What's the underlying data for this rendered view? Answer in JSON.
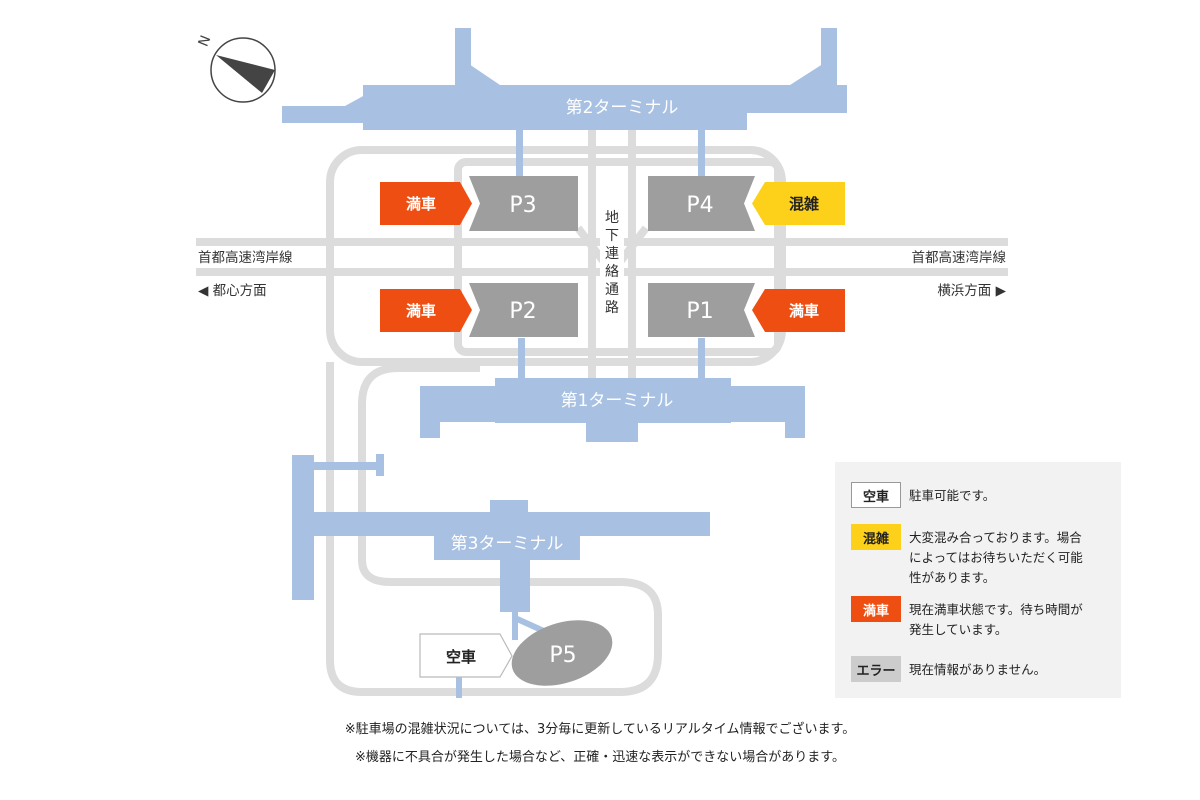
{
  "terminals": {
    "t2": "第2ターミナル",
    "t1": "第1ターミナル",
    "t3": "第3ターミナル"
  },
  "parking": [
    {
      "id": "p3",
      "label": "P3",
      "status": "満車",
      "status_type": "full"
    },
    {
      "id": "p4",
      "label": "P4",
      "status": "混雑",
      "status_type": "busy"
    },
    {
      "id": "p2",
      "label": "P2",
      "status": "満車",
      "status_type": "full"
    },
    {
      "id": "p1",
      "label": "P1",
      "status": "満車",
      "status_type": "full"
    },
    {
      "id": "p5",
      "label": "P5",
      "status": "空車",
      "status_type": "vacant"
    }
  ],
  "underground_passage": [
    "地",
    "下",
    "連",
    "絡",
    "通",
    "路"
  ],
  "highway": {
    "left": "首都高速湾岸線",
    "right": "首都高速湾岸線",
    "left_direction": "◀ 都心方面",
    "right_direction": "横浜方面 ▶"
  },
  "compass": {
    "label": "N"
  },
  "legend": [
    {
      "badge": "空車",
      "type": "vacant",
      "text": "駐車可能です。"
    },
    {
      "badge": "混雑",
      "type": "busy",
      "text": "大変混み合っております。場合\nによってはお待ちいただく可能\n性があります。"
    },
    {
      "badge": "満車",
      "type": "full",
      "text": "現在満車状態です。待ち時間が\n発生しています。"
    },
    {
      "badge": "エラー",
      "type": "error",
      "text": "現在情報がありません。"
    }
  ],
  "notes": [
    "※駐車場の混雑状況については、3分毎に更新しているリアルタイム情報でございます。",
    "※機器に不具合が発生した場合など、正確・迅速な表示ができない場合があります。"
  ],
  "colors": {
    "terminal": "#a8c1e3",
    "road": "#dcdcdc",
    "parking": "#9e9e9e",
    "full": "#ee4e12",
    "busy": "#fdd119",
    "vacant": "#ffffff",
    "error": "#cccccc"
  }
}
